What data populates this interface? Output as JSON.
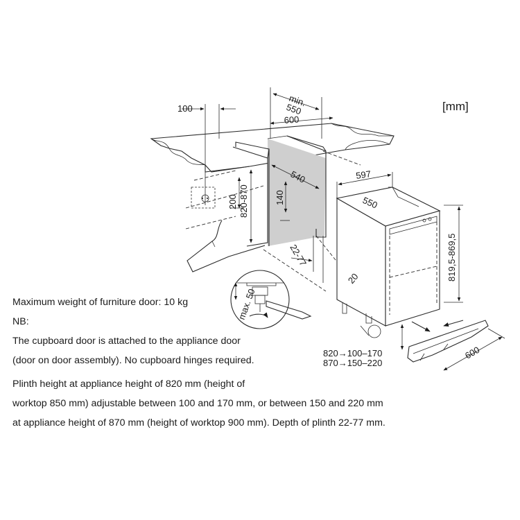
{
  "unit_label": "[mm]",
  "dimensions": {
    "d100": "100",
    "d_min": "min.",
    "d550_top": "550",
    "d600_top": "600",
    "d540": "540",
    "d820_870": "820-870",
    "d200": "200",
    "d140": "140",
    "d22_77": "22-77",
    "d597": "597",
    "d550_app": "550",
    "d819": "819,5-869,5",
    "d20": "20",
    "d_max50": "max. 50",
    "d600_plinth": "600",
    "plinth_row1": "820→100–170",
    "plinth_row2": "870→150–220"
  },
  "notes": {
    "line1": "Maximum weight of furniture door: 10 kg",
    "line2": "NB:",
    "line3": "The cupboard door is attached to the appliance door",
    "line4": "(door on door assembly). No cupboard hinges required.",
    "line5": "Plinth height at appliance height of 820 mm (height of",
    "line6": "worktop 850 mm) adjustable between 100 and 170 mm, or between 150 and 220 mm",
    "line7": "at appliance height of 870 mm (height of worktop 900 mm). Depth of plinth 22-77 mm."
  }
}
